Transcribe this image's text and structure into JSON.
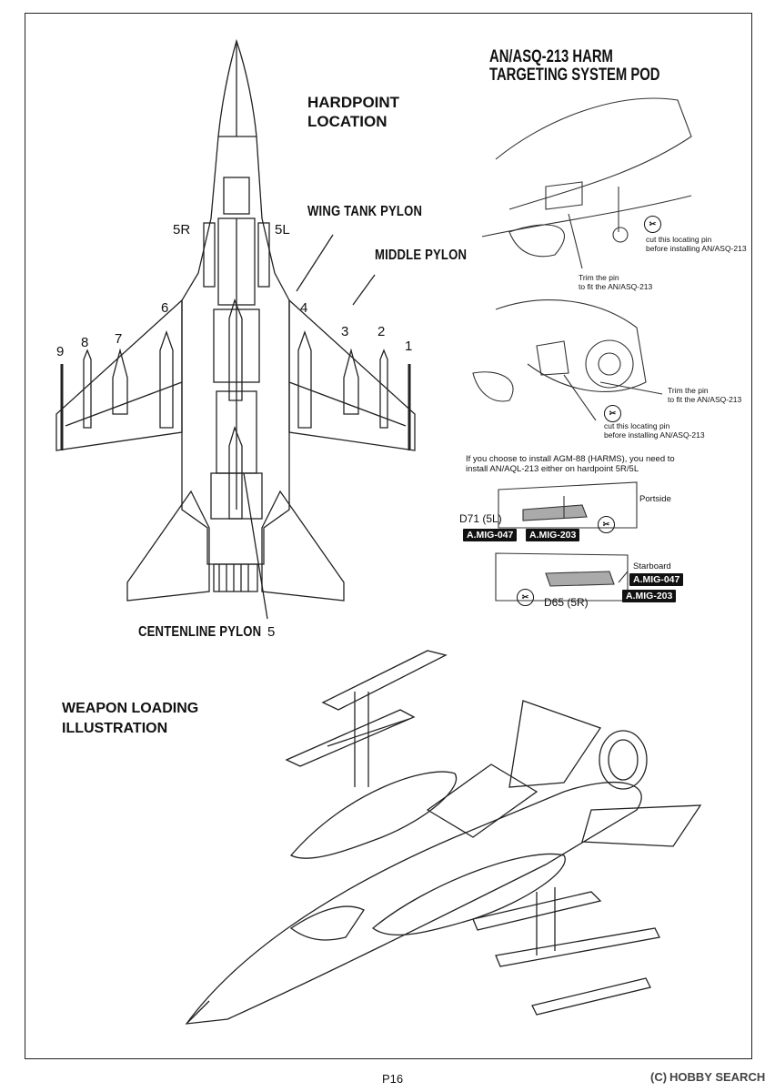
{
  "page": {
    "hardpoint_title_line1": "HARDPOINT",
    "hardpoint_title_line2": "LOCATION",
    "pod_title_line1": "AN/ASQ-213 HARM",
    "pod_title_line2": "TARGETING SYSTEM POD",
    "wing_tank_pylon": "WING TANK PYLON",
    "middle_pylon": "MIDDLE PYLON",
    "centerline_pylon": "CENTENLINE PYLON",
    "weapon_title_line1": "WEAPON LOADING",
    "weapon_title_line2": "ILLUSTRATION",
    "page_number": "P16"
  },
  "hardpoints": {
    "n1": "1",
    "n2": "2",
    "n3": "3",
    "n4": "4",
    "n5": "5",
    "n6": "6",
    "n7": "7",
    "n8": "8",
    "n9": "9",
    "n5r": "5R",
    "n5l": "5L"
  },
  "pod_instructions": {
    "cut_pin_1a": "cut this locating pin",
    "cut_pin_1b": "before installing AN/ASQ-213",
    "trim_1a": "Trim the pin",
    "trim_1b": "to fit the AN/ASQ-213",
    "trim_2a": "Trim the pin",
    "trim_2b": "to fit the AN/ASQ-213",
    "cut_pin_2a": "cut this locating pin",
    "cut_pin_2b": "before installing AN/ASQ-213",
    "harm_note_1": "If you choose to install AGM-88 (HARMS), you need to",
    "harm_note_2": "install AN/AQL-213 either on hardpoint 5R/5L",
    "portside": "Portside",
    "starboard": "Starboard",
    "d71": "D71 (5L)",
    "d65": "D65 (5R)",
    "tag_a": "A.MIG-047",
    "tag_b": "A.MIG-203",
    "tag_c": "A.MIG-047",
    "tag_d": "A.MIG-203"
  },
  "watermark": {
    "brand": "HOBBY SEARCH",
    "copyright": "(C)"
  }
}
